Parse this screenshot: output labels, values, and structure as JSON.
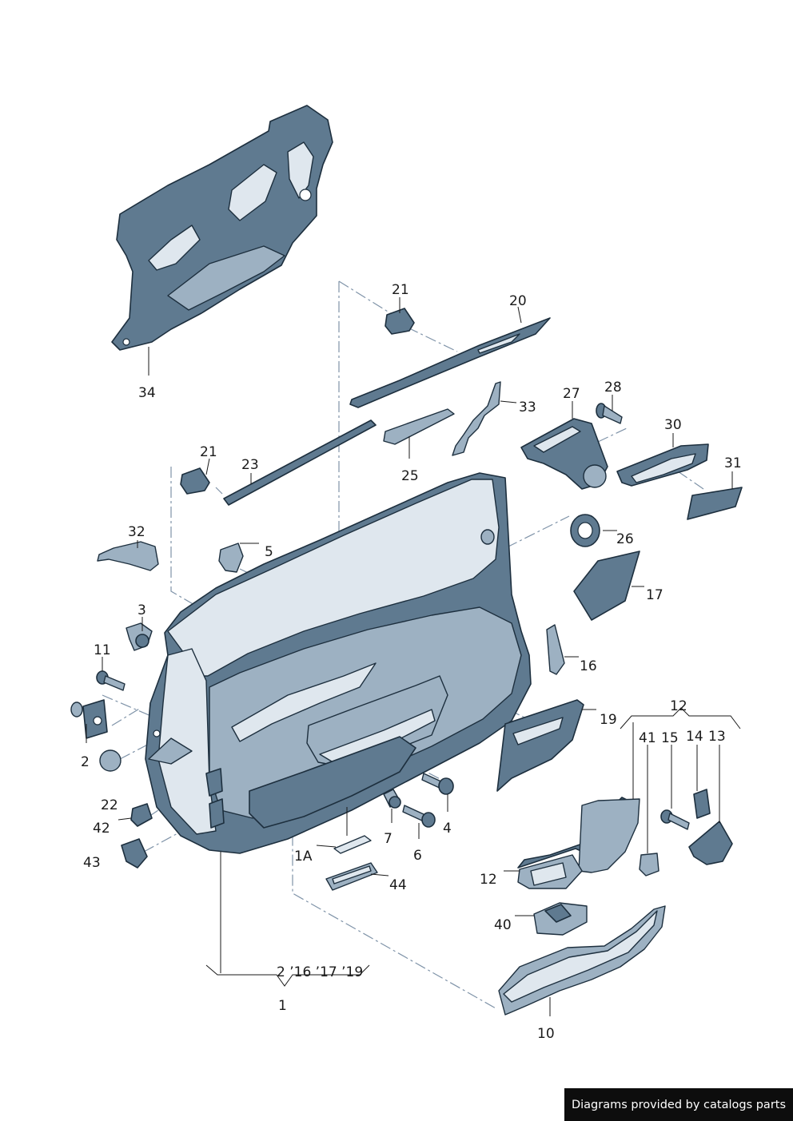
{
  "diagram": {
    "labels": [
      "21",
      "20",
      "34",
      "33",
      "27",
      "28",
      "30",
      "31",
      "21",
      "23",
      "25",
      "32",
      "5",
      "26",
      "17",
      "3",
      "16",
      "11",
      "19",
      "12",
      "41",
      "15",
      "14",
      "13",
      "2",
      "22",
      "42",
      "43",
      "4",
      "7",
      "6",
      "1A",
      "44",
      "12",
      "40",
      "2 ’16 ’17 ’19",
      "1",
      "10"
    ]
  },
  "credit": "Diagrams provided by catalogs parts"
}
